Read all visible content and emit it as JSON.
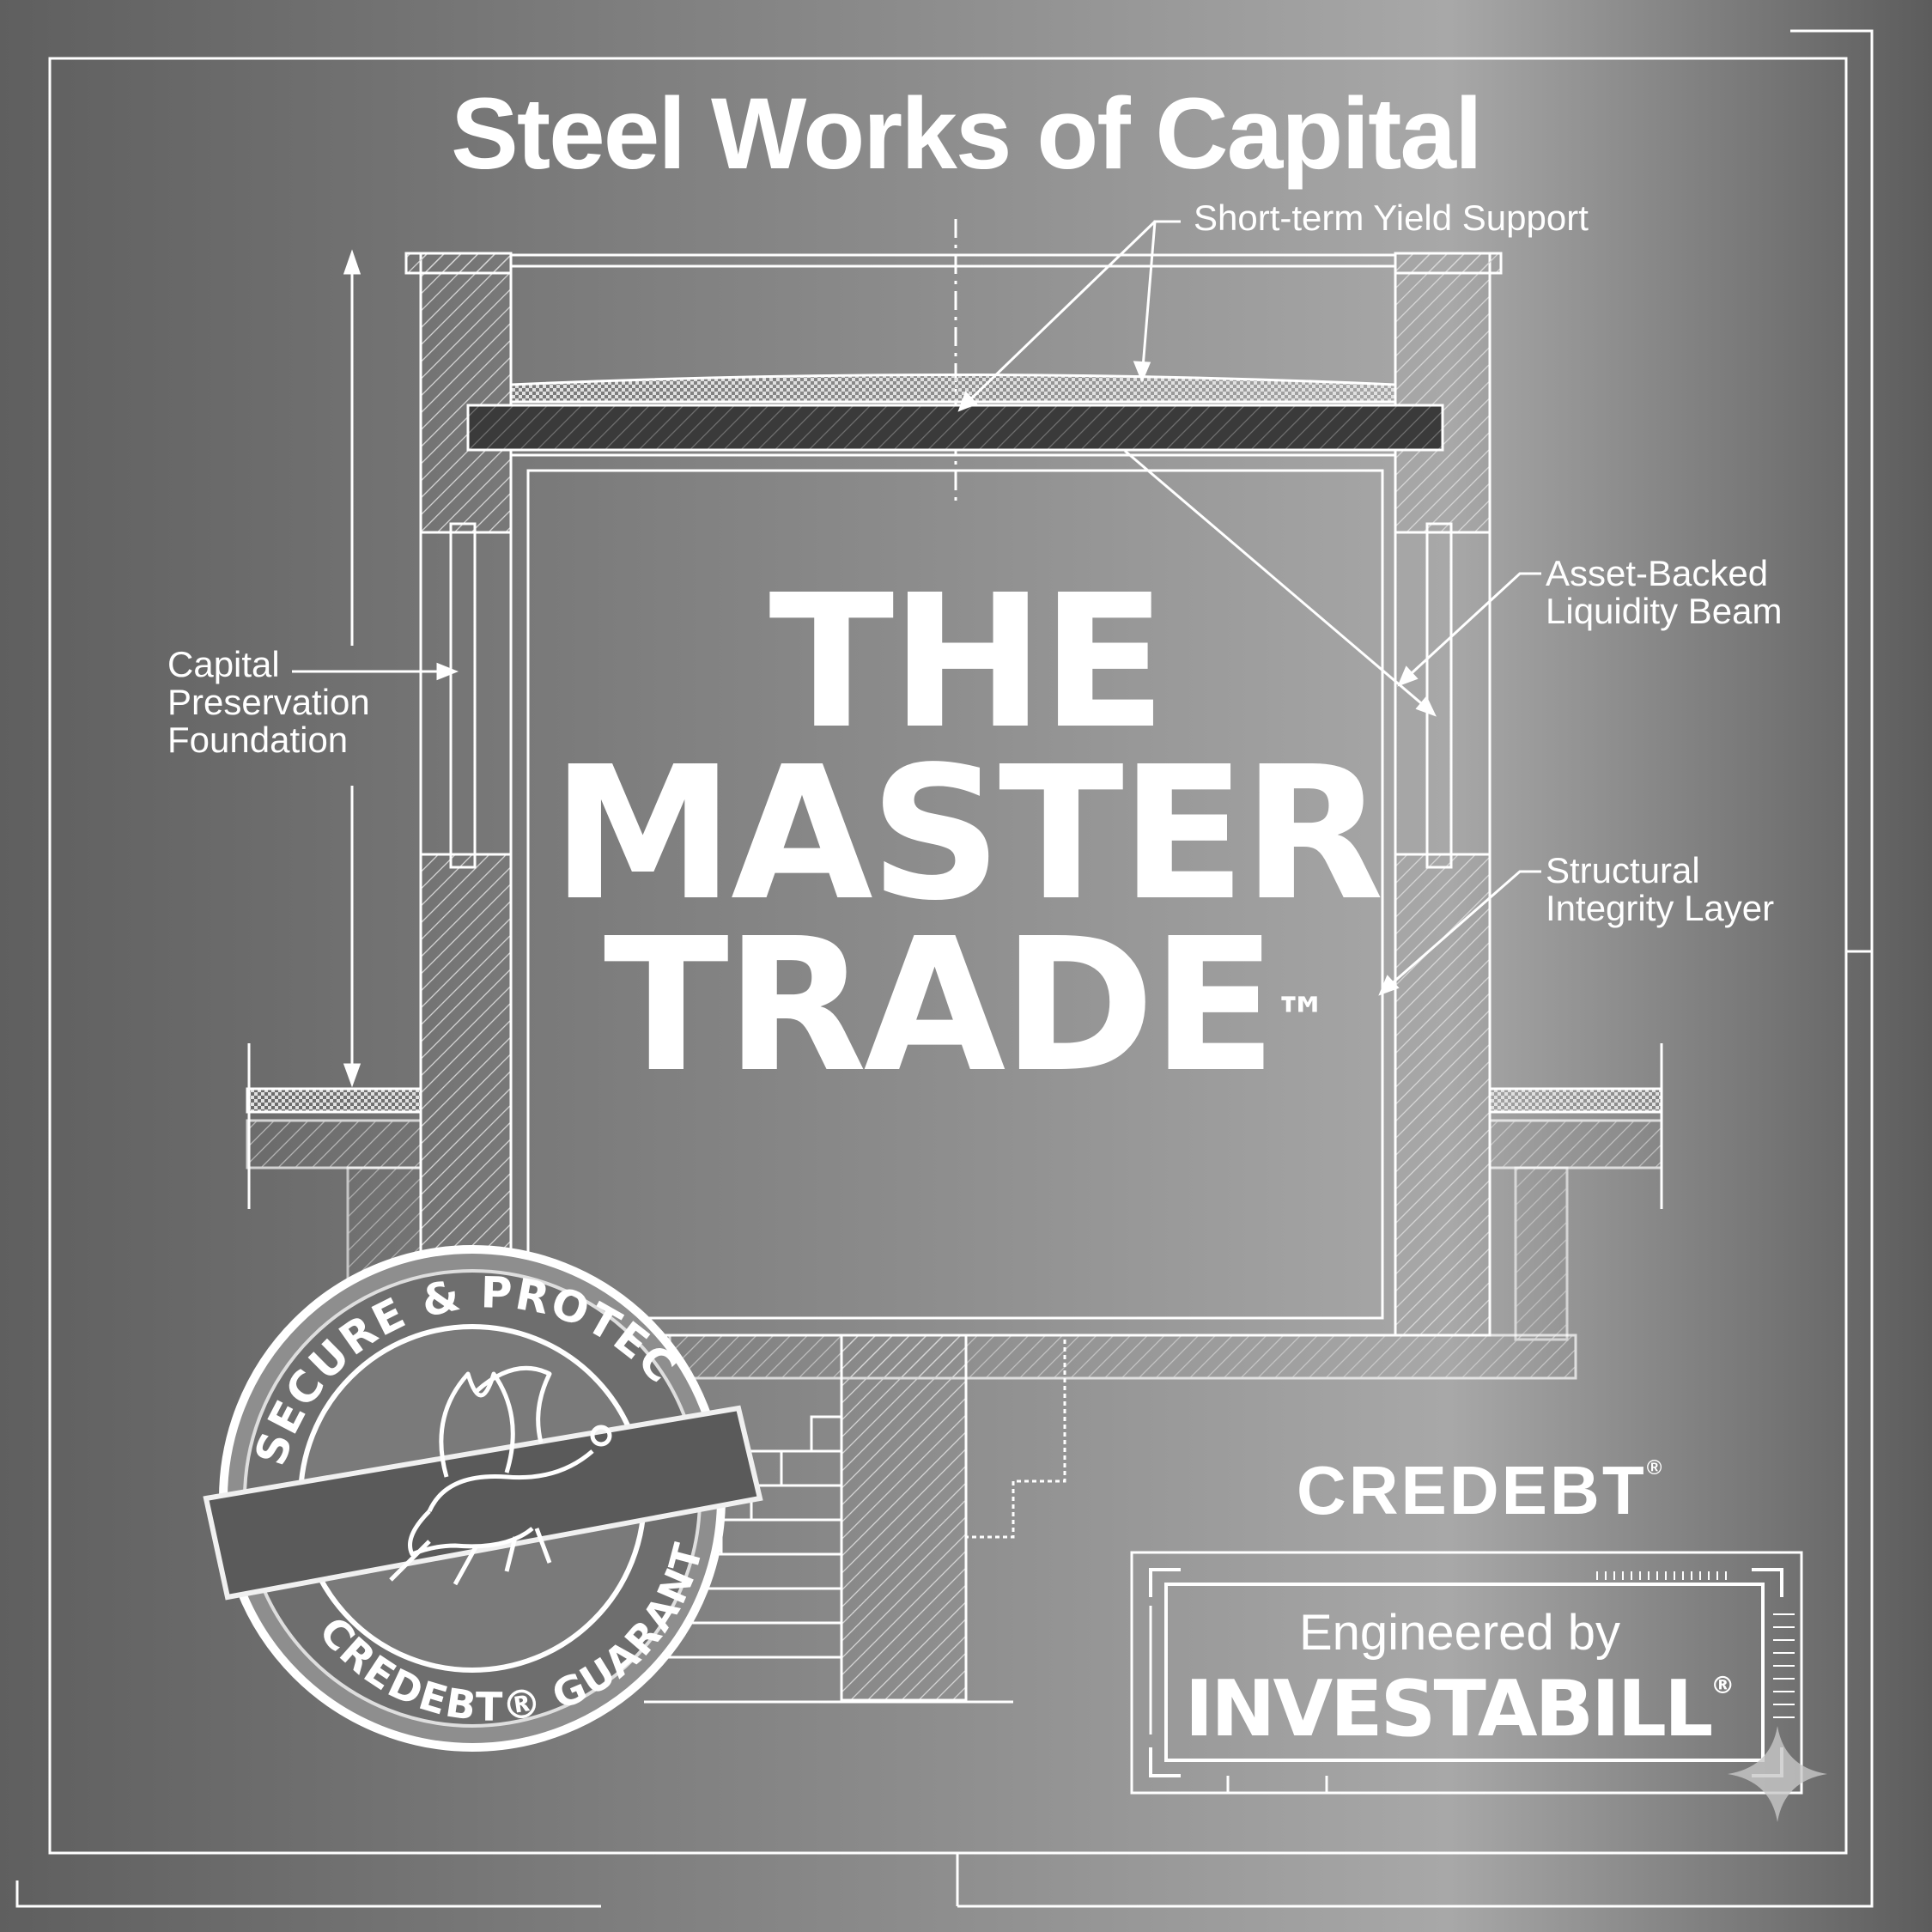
{
  "title": "Steel Works of Capital",
  "labels": {
    "yield": "Short-term Yield Support",
    "capital": "Capital Preservation Foundation",
    "asset": "Asset-Backed Liquidity Beam",
    "structural": "Structural Integrity Layer"
  },
  "headline": {
    "line1": "THE",
    "line2": "MASTER",
    "line3": "TRADE",
    "mark": "™"
  },
  "seal": {
    "top_text": "SECURE & PROTECTED",
    "bottom_text": "CREDEBT® GUARANTEE"
  },
  "brand": {
    "name": "CREDEBT",
    "mark": "®"
  },
  "plate": {
    "engineered": "Engineered by",
    "maker": "INVESTABILL",
    "mark": "®"
  },
  "colors": {
    "background_dark": "#5e5e5e",
    "background_light": "#a9a9a9",
    "line": "#ffffff"
  }
}
